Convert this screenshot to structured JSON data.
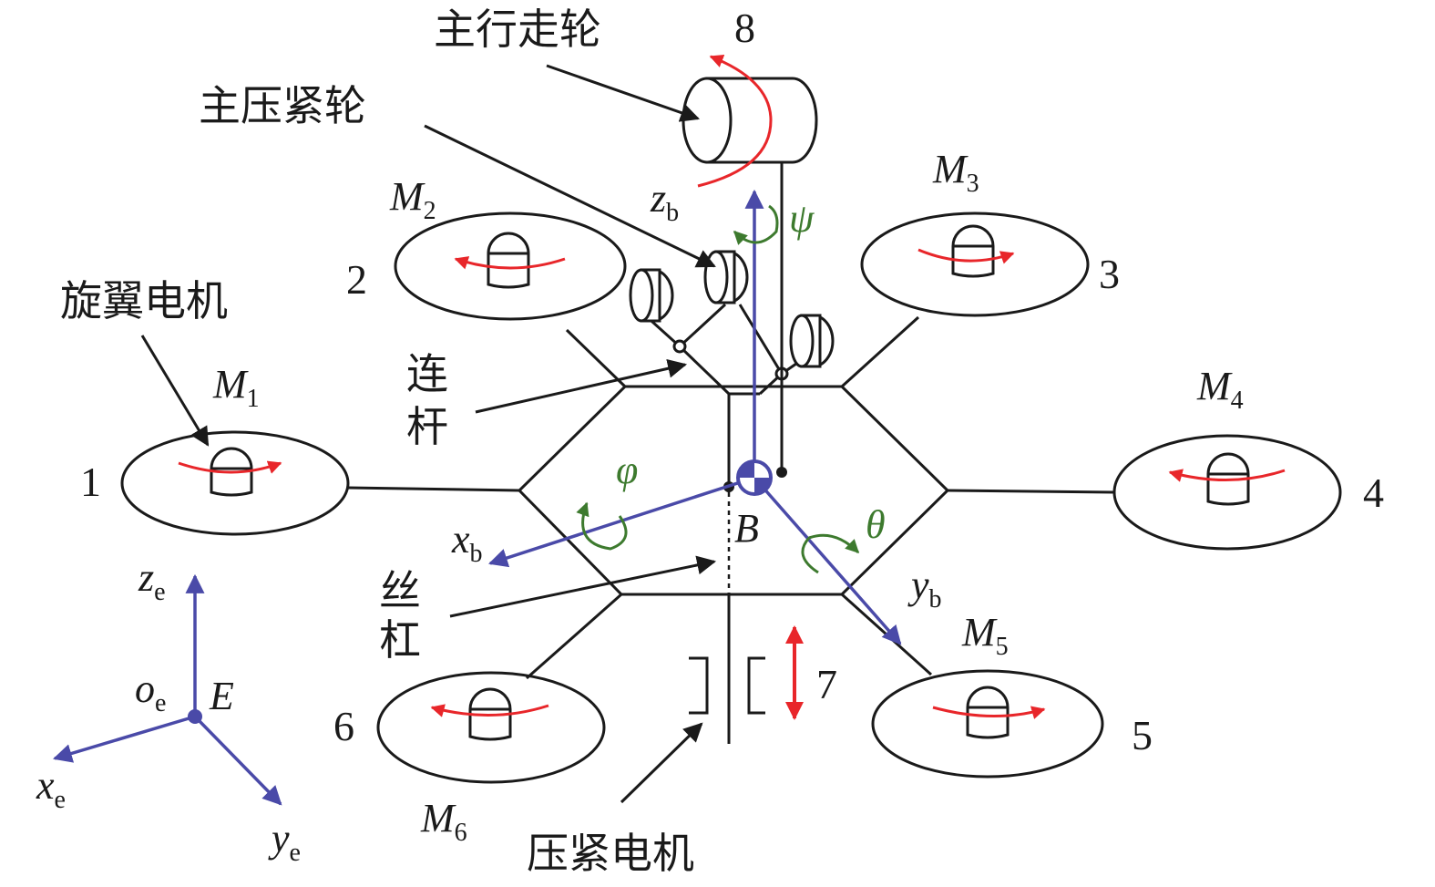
{
  "labels": {
    "drive_wheel": "主行走轮",
    "press_wheel": "主压紧轮",
    "rotor_motor": "旋翼电机",
    "link_rod_1": "连",
    "link_rod_2": "杆",
    "lead_screw_1": "丝",
    "lead_screw_2": "杠",
    "press_motor": "压紧电机"
  },
  "numbers": [
    "1",
    "2",
    "3",
    "4",
    "5",
    "6",
    "7",
    "8"
  ],
  "motors": [
    {
      "sym": "M",
      "sub": "1"
    },
    {
      "sym": "M",
      "sub": "2"
    },
    {
      "sym": "M",
      "sub": "3"
    },
    {
      "sym": "M",
      "sub": "4"
    },
    {
      "sym": "M",
      "sub": "5"
    },
    {
      "sym": "M",
      "sub": "6"
    }
  ],
  "body_frame": {
    "origin": "B",
    "x": {
      "sym": "x",
      "sub": "b"
    },
    "y": {
      "sym": "y",
      "sub": "b"
    },
    "z": {
      "sym": "z",
      "sub": "b"
    },
    "roll": "φ",
    "pitch": "θ",
    "yaw": "ψ"
  },
  "earth_frame": {
    "origin_name": "E",
    "origin": {
      "sym": "o",
      "sub": "e"
    },
    "x": {
      "sym": "x",
      "sub": "e"
    },
    "y": {
      "sym": "y",
      "sub": "e"
    },
    "z": {
      "sym": "z",
      "sub": "e"
    }
  },
  "colors": {
    "frame_axes": "#4a4aa8",
    "rotation_arrows": "#e8262a",
    "attitude_angles": "#3d7a2e",
    "lines": "#1a1a1a"
  }
}
